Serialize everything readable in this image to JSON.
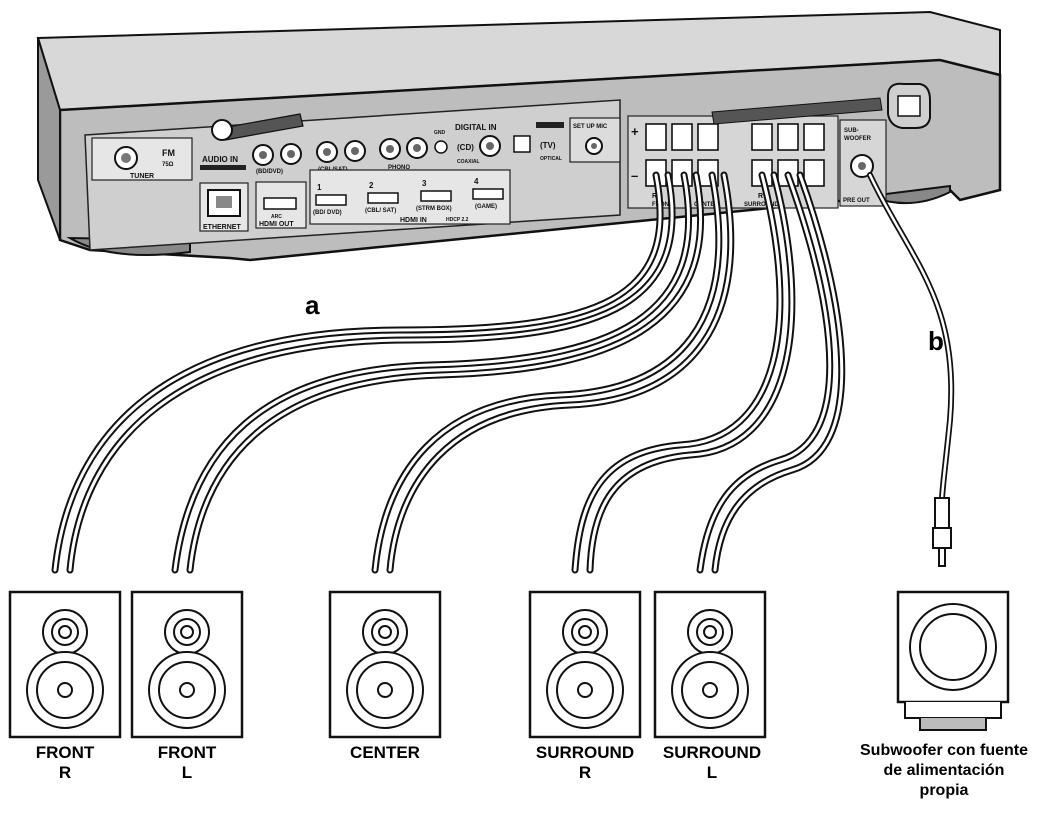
{
  "receiver": {
    "tuner_label": "TUNER",
    "fm_label": "FM",
    "fm_ohm": "75Ω",
    "audio_in_label": "AUDIO IN",
    "audio_bd": "(BD/DVD)",
    "audio_cbl": "(CBL/SAT)",
    "phono_label": "PHONO",
    "gnd_label": "GND",
    "digital_in_label": "DIGITAL IN",
    "cd_label": "(CD)",
    "coaxial_label": "COAXIAL",
    "tv_label": "(TV)",
    "optical_label": "OPTICAL",
    "setup_mic_label": "SET UP MIC",
    "ethernet_label": "ETHERNET",
    "hdmi_out_label": "HDMI OUT",
    "arc_label": "ARC",
    "hdmi_in_label": "HDMI IN",
    "hdcp_label": "HDCP 2.2",
    "hdmi_ports": [
      {
        "num": "1",
        "name": "(BD/ DVD)"
      },
      {
        "num": "2",
        "name": "(CBL/ SAT)"
      },
      {
        "num": "3",
        "name": "(STRM BOX)"
      },
      {
        "num": "4",
        "name": "(GAME)"
      }
    ],
    "plus_label": "+",
    "minus_label": "–",
    "front_label": "FRONT",
    "center_label": "CENTER",
    "surround_label": "SURROUND",
    "r_label": "R",
    "sub_label": "SUB-",
    "woofer_label": "WOOFER",
    "pre_out_label": "PRE OUT"
  },
  "cables": {
    "a": "a",
    "b": "b"
  },
  "speakers": [
    {
      "line1": "FRONT",
      "line2": "R"
    },
    {
      "line1": "FRONT",
      "line2": "L"
    },
    {
      "line1": "CENTER",
      "line2": ""
    },
    {
      "line1": "SURROUND",
      "line2": "R"
    },
    {
      "line1": "SURROUND",
      "line2": "L"
    }
  ],
  "subwoofer": {
    "line1": "Subwoofer con fuente",
    "line2": "de alimentación",
    "line3": "propia"
  }
}
